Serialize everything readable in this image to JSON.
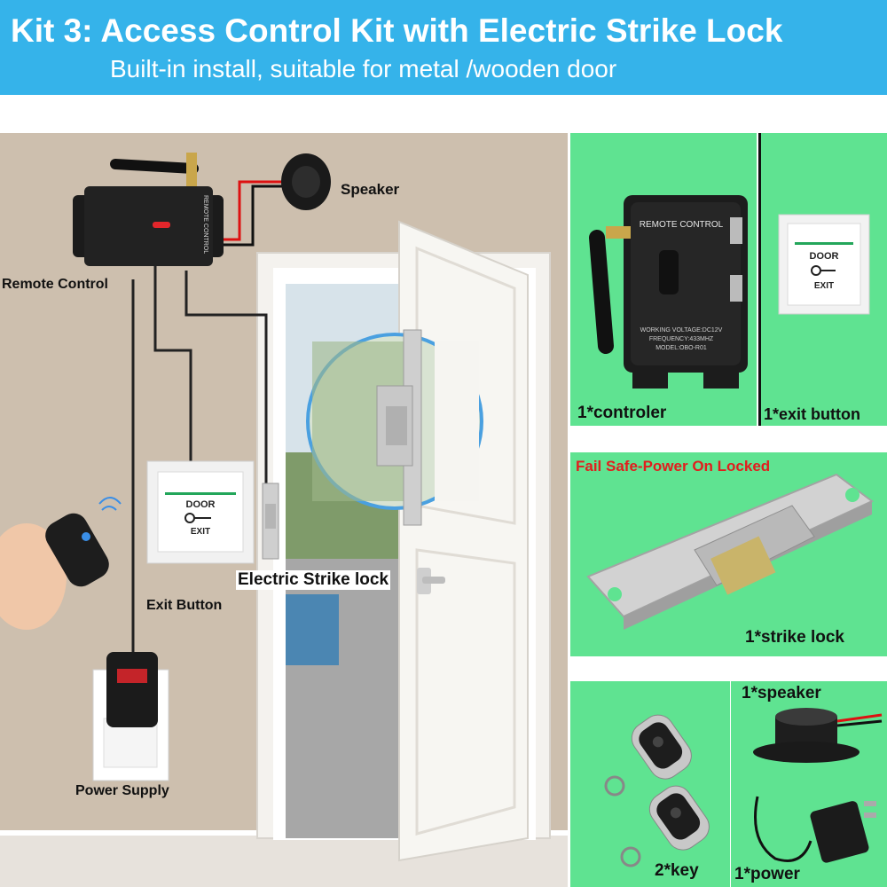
{
  "header": {
    "title": "Kit 3: Access Control Kit with Electric Strike Lock",
    "subtitle": "Built-in install, suitable for metal /wooden door"
  },
  "scene": {
    "speaker_label": "Speaker",
    "remote_control_label": "Remote Control",
    "exit_button_label": "Exit Button",
    "strike_lock_label": "Electric Strike lock",
    "power_supply_label": "Power Supply",
    "controller_printed_text": "REMOTE CONTROL",
    "exit_plate": {
      "line1": "DOOR",
      "line2": "EXIT"
    }
  },
  "panels": {
    "controller": {
      "label": "1*controler",
      "printed_title": "REMOTE CONTROL",
      "printed_lines": [
        "WORKING VOLTAGE:DC12V",
        "FREQUENCY:433MHZ",
        "MODEL:OBO-R01"
      ]
    },
    "exit_button": {
      "label": "1*exit button",
      "line1": "DOOR",
      "line2": "EXIT"
    },
    "strike_lock": {
      "heading": "Fail Safe-Power On Locked",
      "label": "1*strike lock"
    },
    "speaker": {
      "label": "1*speaker"
    },
    "key": {
      "label": "2*key"
    },
    "power": {
      "label": "1*power"
    }
  },
  "colors": {
    "header_bg": "#35b3ea",
    "panel_green": "#5fe391",
    "wall": "#cdbfae",
    "fail_safe_red": "#e21d1d"
  }
}
